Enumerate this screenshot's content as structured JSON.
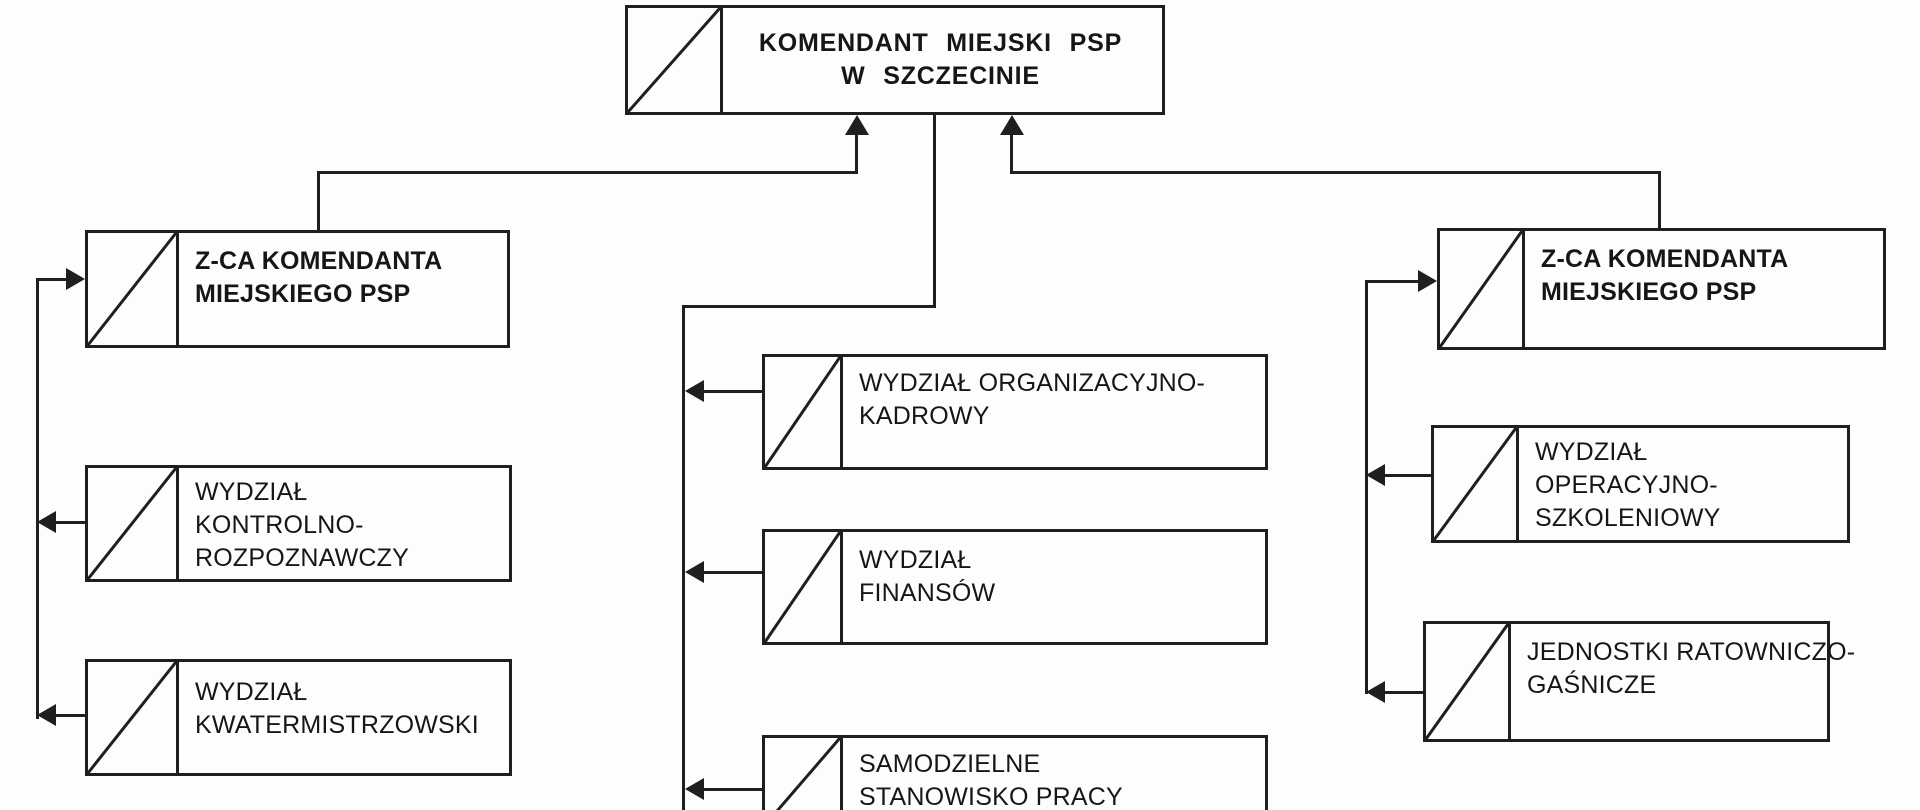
{
  "colors": {
    "line": "#1f1f1f",
    "background": "#fdfdfd",
    "text": "#161616"
  },
  "nodes": {
    "komendant": {
      "lines": [
        "KOMENDANT  MIEJSKI  PSP",
        "W  SZCZECINIE"
      ]
    },
    "zca_left": {
      "lines": [
        "Z-CA KOMENDANTA",
        "MIEJSKIEGO PSP"
      ]
    },
    "wydzial_kontrolno": {
      "lines": [
        "WYDZIAŁ",
        "KONTROLNO-",
        "ROZPOZNAWCZY"
      ]
    },
    "wydzial_kwatermistrzowski": {
      "lines": [
        "WYDZIAŁ",
        "KWATERMISTRZOWSKI"
      ]
    },
    "wydzial_organizacyjno": {
      "lines": [
        "WYDZIAŁ ORGANIZACYJNO-",
        "KADROWY"
      ]
    },
    "wydzial_finansow": {
      "lines": [
        "WYDZIAŁ",
        "FINANSÓW"
      ]
    },
    "samodzielne_stanowisko": {
      "lines": [
        "SAMODZIELNE",
        "STANOWISKO PRACY"
      ]
    },
    "zca_right": {
      "lines": [
        "Z-CA KOMENDANTA",
        "MIEJSKIEGO PSP"
      ]
    },
    "wydzial_operacyjno": {
      "lines": [
        "WYDZIAŁ",
        "OPERACYJNO-",
        "SZKOLENIOWY"
      ]
    },
    "jednostki_ratowniczo": {
      "lines": [
        "JEDNOSTKI RATOWNICZO-",
        "GAŚNICZE"
      ]
    }
  }
}
